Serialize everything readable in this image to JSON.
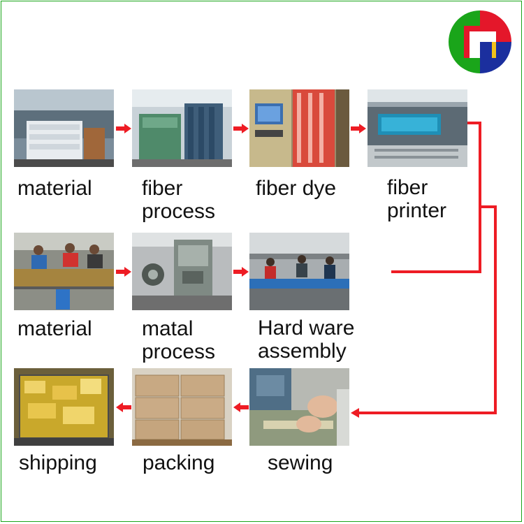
{
  "colors": {
    "flow": "#ee1c24",
    "logo_green": "#1aa51a",
    "logo_red": "#e4172a",
    "logo_blue": "#1b2f9e",
    "logo_yellow": "#f2c21b",
    "border": "#1aa51a"
  },
  "steps": [
    {
      "id": "material-1",
      "line1": "material",
      "line2": ""
    },
    {
      "id": "fiber-process",
      "line1": "fiber",
      "line2": "process"
    },
    {
      "id": "fiber-dye",
      "line1": "fiber dye",
      "line2": ""
    },
    {
      "id": "fiber-printer",
      "line1": "fiber",
      "line2": "printer"
    },
    {
      "id": "material-2",
      "line1": "material",
      "line2": ""
    },
    {
      "id": "metal-process",
      "line1": "matal",
      "line2": "process"
    },
    {
      "id": "hardware-assembly",
      "line1": "Hard ware",
      "line2": "assembly"
    },
    {
      "id": "shipping",
      "line1": "shipping",
      "line2": ""
    },
    {
      "id": "packing",
      "line1": "packing",
      "line2": ""
    },
    {
      "id": "sewing",
      "line1": "sewing",
      "line2": ""
    }
  ],
  "icons": {
    "logo": "company-logo",
    "arrow_right": "arrow-right-icon",
    "arrow_left": "arrow-left-icon"
  }
}
